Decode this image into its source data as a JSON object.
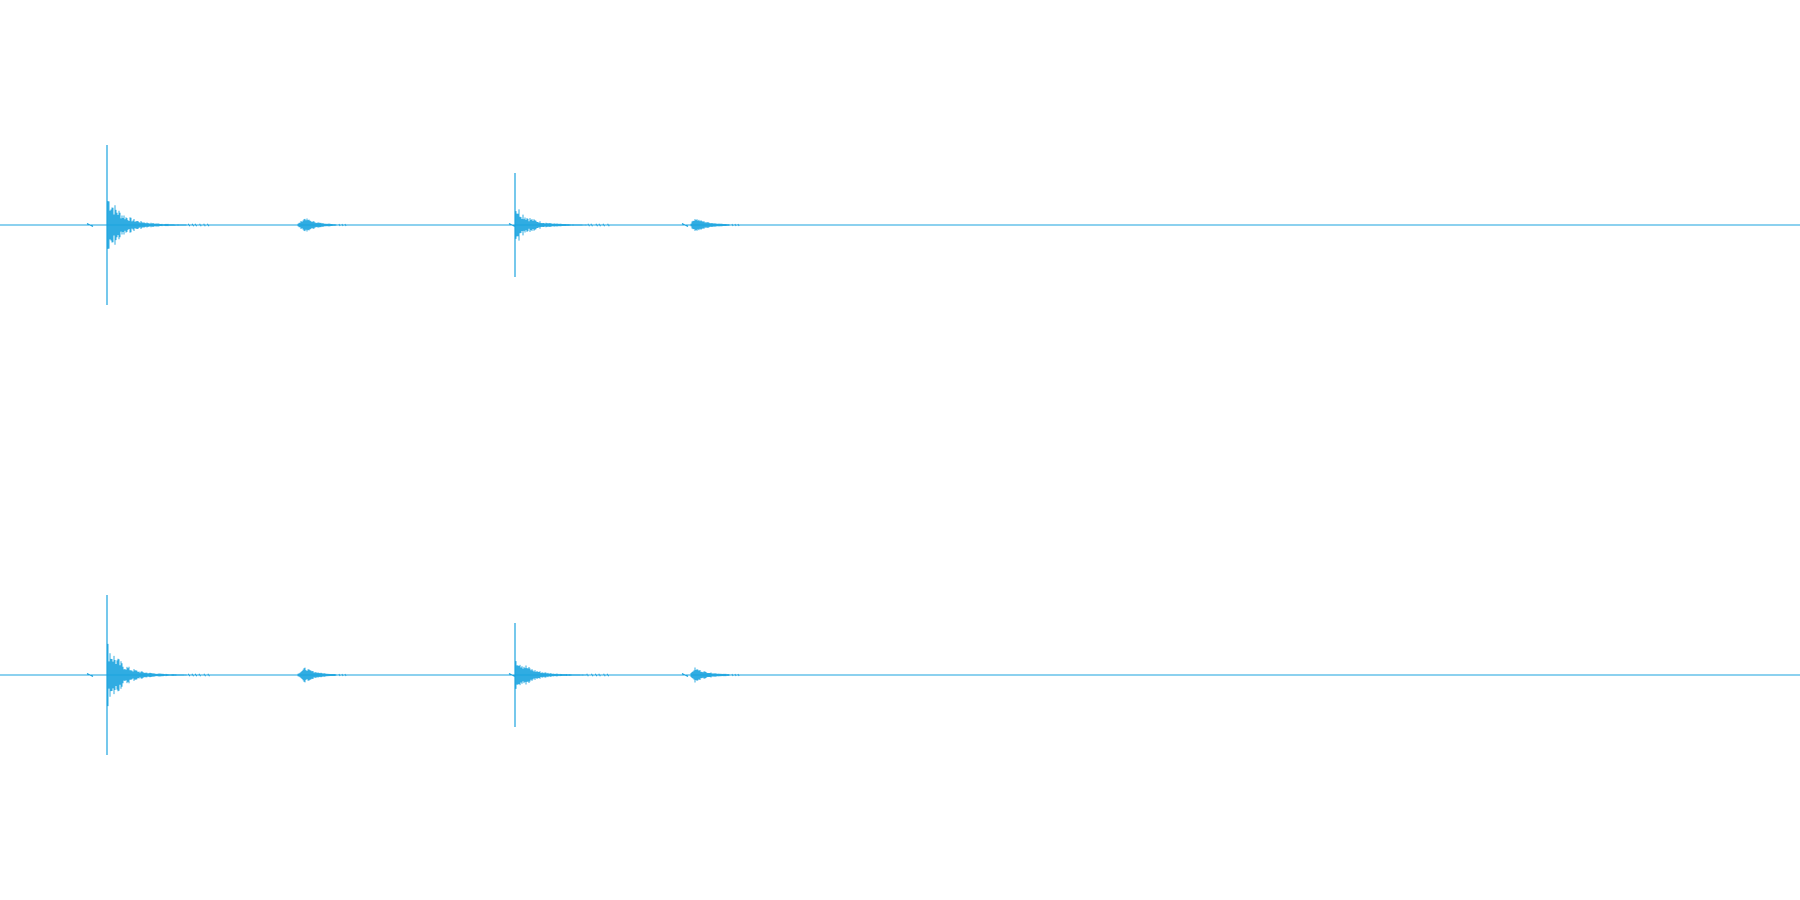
{
  "waveform": {
    "color": "#1aa3df",
    "background": "#ffffff",
    "channel_count": 2,
    "channels": [
      {
        "name": "",
        "events": [
          {
            "kind": "transient",
            "amplitude": 1.0
          },
          {
            "kind": "soft-burst",
            "amplitude": 0.09
          },
          {
            "kind": "transient",
            "amplitude": 0.65
          },
          {
            "kind": "soft-burst",
            "amplitude": 0.09
          }
        ]
      },
      {
        "name": "",
        "events": [
          {
            "kind": "transient",
            "amplitude": 1.0
          },
          {
            "kind": "soft-burst",
            "amplitude": 0.09
          },
          {
            "kind": "transient",
            "amplitude": 0.65
          },
          {
            "kind": "soft-burst",
            "amplitude": 0.09
          }
        ]
      }
    ]
  }
}
